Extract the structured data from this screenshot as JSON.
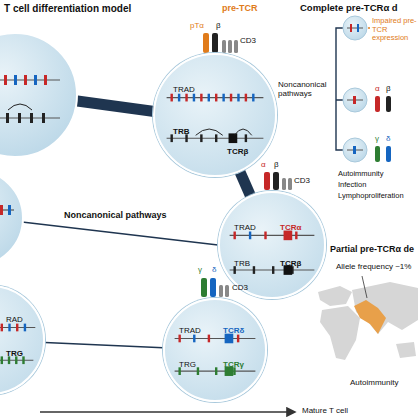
{
  "diagram": {
    "title": "T cell differentiation model",
    "nodes": [
      {
        "text": [
          "TRAD",
          "TRB",
          "TCRβ"
        ]
      },
      {
        "text": [
          "TRAD",
          "TCRα",
          "TRB",
          "TCRβ"
        ]
      },
      {
        "text": [
          "RAD",
          "TRG"
        ]
      },
      {
        "text": [
          "TRAD",
          "TCRδ",
          "TRG",
          "TCRγ"
        ]
      }
    ],
    "edges": [
      {
        "from": 0,
        "to": 1,
        "arrow": "none"
      },
      {
        "from": 2,
        "to": 3,
        "arrow": "none"
      }
    ],
    "labels": [
      "pre-TCR",
      "pTα",
      "β",
      "CD3",
      "α",
      "β",
      "CD3",
      "Noncanonical pathways",
      "γ",
      "δ",
      "CD3",
      "Mature T cell",
      "Complete pre-TCRα d",
      "Impaired pre-TCR expression",
      "Noncanonical pathways",
      "α",
      "β",
      "γ",
      "δ",
      "Autoimmunity",
      "Infection",
      "Lymphoproliferation",
      "Partial pre-TCRα de",
      "Allele frequency ~1%",
      "Autoimmunity"
    ]
  }
}
